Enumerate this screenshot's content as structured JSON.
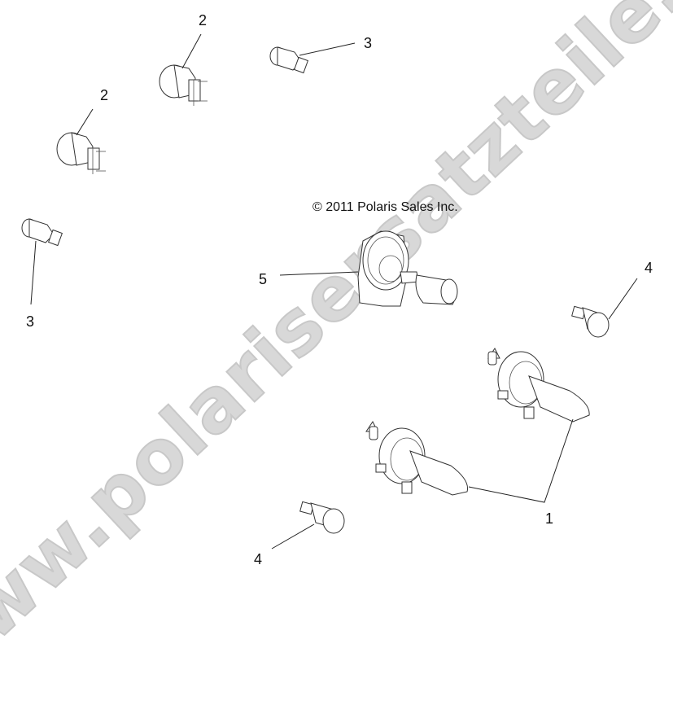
{
  "diagram": {
    "type": "exploded parts diagram",
    "subject": "bulbs / lamps",
    "copyright": "© 2011 Polaris Sales Inc.",
    "watermark": "www.polarisersatzteile.de",
    "watermark_color": "#d8d8d8",
    "line_color": "#222222",
    "background": "#ffffff"
  },
  "callouts": [
    {
      "id": "c1",
      "label": "1",
      "part": "halogen-headlight-bulb-h4",
      "count": 2
    },
    {
      "id": "c2a",
      "label": "2",
      "part": "wedge-bulb-large"
    },
    {
      "id": "c2b",
      "label": "2",
      "part": "wedge-bulb-large"
    },
    {
      "id": "c3a",
      "label": "3",
      "part": "wedge-bulb-small"
    },
    {
      "id": "c3b",
      "label": "3",
      "part": "wedge-bulb-small"
    },
    {
      "id": "c4a",
      "label": "4",
      "part": "miniature-wedge-bulb"
    },
    {
      "id": "c4b",
      "label": "4",
      "part": "miniature-wedge-bulb"
    },
    {
      "id": "c5",
      "label": "5",
      "part": "angled-halogen-bulb-with-socket"
    }
  ]
}
